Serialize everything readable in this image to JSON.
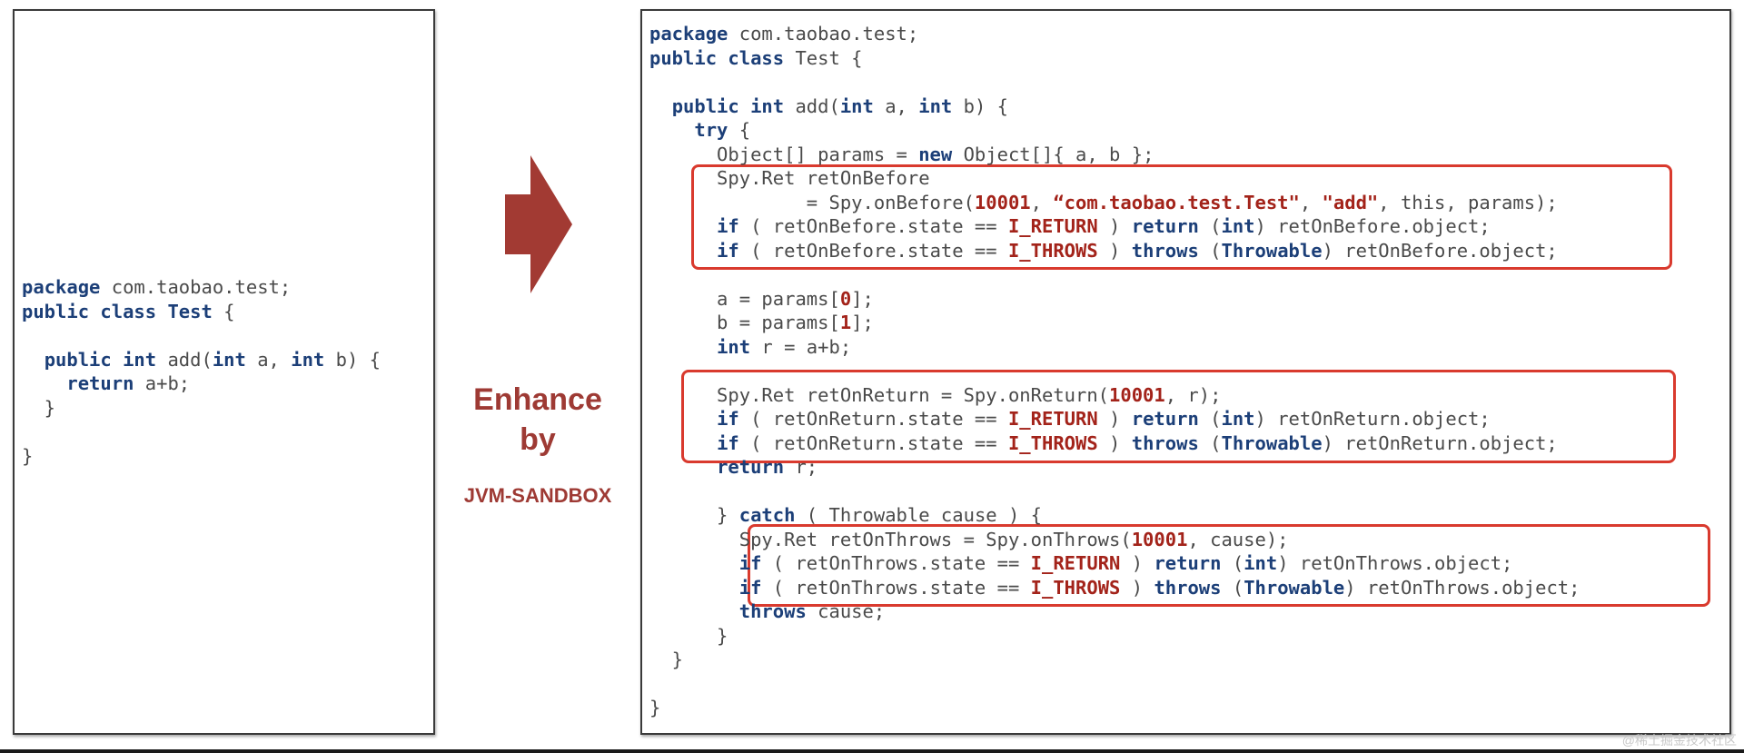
{
  "left_code": [
    [
      {
        "t": "package",
        "c": "kw"
      },
      {
        "t": " com.taobao.test;",
        "c": ""
      }
    ],
    [
      {
        "t": "public class",
        "c": "kw"
      },
      {
        "t": " ",
        "c": ""
      },
      {
        "t": "Test",
        "c": "kw"
      },
      {
        "t": " {",
        "c": ""
      }
    ],
    [],
    [
      {
        "t": "  ",
        "c": ""
      },
      {
        "t": "public int",
        "c": "kw"
      },
      {
        "t": " add(",
        "c": ""
      },
      {
        "t": "int",
        "c": "kw"
      },
      {
        "t": " a, ",
        "c": ""
      },
      {
        "t": "int",
        "c": "kw"
      },
      {
        "t": " b) {",
        "c": ""
      }
    ],
    [
      {
        "t": "    ",
        "c": ""
      },
      {
        "t": "return",
        "c": "kw"
      },
      {
        "t": " a+b;",
        "c": ""
      }
    ],
    [
      {
        "t": "  }",
        "c": ""
      }
    ],
    [],
    [
      {
        "t": "}",
        "c": ""
      }
    ]
  ],
  "right_code": [
    [
      {
        "t": "package",
        "c": "kw"
      },
      {
        "t": " com.taobao.test;",
        "c": ""
      }
    ],
    [
      {
        "t": "public class",
        "c": "kw"
      },
      {
        "t": " Test {",
        "c": ""
      }
    ],
    [],
    [
      {
        "t": "  ",
        "c": ""
      },
      {
        "t": "public int",
        "c": "kw"
      },
      {
        "t": " add(",
        "c": ""
      },
      {
        "t": "int",
        "c": "kw"
      },
      {
        "t": " a, ",
        "c": ""
      },
      {
        "t": "int",
        "c": "kw"
      },
      {
        "t": " b) {",
        "c": ""
      }
    ],
    [
      {
        "t": "    ",
        "c": ""
      },
      {
        "t": "try",
        "c": "kw"
      },
      {
        "t": " {",
        "c": ""
      }
    ],
    [
      {
        "t": "      Object[] params = ",
        "c": ""
      },
      {
        "t": "new",
        "c": "kw"
      },
      {
        "t": " Object[]{ a, b };",
        "c": ""
      }
    ],
    [
      {
        "t": "      Spy.Ret retOnBefore",
        "c": ""
      }
    ],
    [
      {
        "t": "              = Spy.onBefore(",
        "c": ""
      },
      {
        "t": "10001",
        "c": "hl"
      },
      {
        "t": ", ",
        "c": ""
      },
      {
        "t": "“com.taobao.test.Test\"",
        "c": "str"
      },
      {
        "t": ", ",
        "c": ""
      },
      {
        "t": "\"add\"",
        "c": "str"
      },
      {
        "t": ", this, params);",
        "c": ""
      }
    ],
    [
      {
        "t": "      ",
        "c": ""
      },
      {
        "t": "if",
        "c": "kw"
      },
      {
        "t": " ( retOnBefore.state == ",
        "c": ""
      },
      {
        "t": "I_RETURN",
        "c": "hl"
      },
      {
        "t": " ) ",
        "c": ""
      },
      {
        "t": "return",
        "c": "kw"
      },
      {
        "t": " (",
        "c": ""
      },
      {
        "t": "int",
        "c": "kw"
      },
      {
        "t": ") retOnBefore.object;",
        "c": ""
      }
    ],
    [
      {
        "t": "      ",
        "c": ""
      },
      {
        "t": "if",
        "c": "kw"
      },
      {
        "t": " ( retOnBefore.state == ",
        "c": ""
      },
      {
        "t": "I_THROWS",
        "c": "hl"
      },
      {
        "t": " ) ",
        "c": ""
      },
      {
        "t": "throws",
        "c": "kw"
      },
      {
        "t": " (",
        "c": ""
      },
      {
        "t": "Throwable",
        "c": "kw"
      },
      {
        "t": ") retOnBefore.object;",
        "c": ""
      }
    ],
    [],
    [
      {
        "t": "      a = params[",
        "c": ""
      },
      {
        "t": "0",
        "c": "hl"
      },
      {
        "t": "];",
        "c": ""
      }
    ],
    [
      {
        "t": "      b = params[",
        "c": ""
      },
      {
        "t": "1",
        "c": "hl"
      },
      {
        "t": "];",
        "c": ""
      }
    ],
    [
      {
        "t": "      ",
        "c": ""
      },
      {
        "t": "int",
        "c": "kw"
      },
      {
        "t": " r = a+b;",
        "c": ""
      }
    ],
    [],
    [
      {
        "t": "      Spy.Ret retOnReturn = Spy.onReturn(",
        "c": ""
      },
      {
        "t": "10001",
        "c": "hl"
      },
      {
        "t": ", r);",
        "c": ""
      }
    ],
    [
      {
        "t": "      ",
        "c": ""
      },
      {
        "t": "if",
        "c": "kw"
      },
      {
        "t": " ( retOnReturn.state == ",
        "c": ""
      },
      {
        "t": "I_RETURN",
        "c": "hl"
      },
      {
        "t": " ) ",
        "c": ""
      },
      {
        "t": "return",
        "c": "kw"
      },
      {
        "t": " (",
        "c": ""
      },
      {
        "t": "int",
        "c": "kw"
      },
      {
        "t": ") retOnReturn.object;",
        "c": ""
      }
    ],
    [
      {
        "t": "      ",
        "c": ""
      },
      {
        "t": "if",
        "c": "kw"
      },
      {
        "t": " ( retOnReturn.state == ",
        "c": ""
      },
      {
        "t": "I_THROWS",
        "c": "hl"
      },
      {
        "t": " ) ",
        "c": ""
      },
      {
        "t": "throws",
        "c": "kw"
      },
      {
        "t": " (",
        "c": ""
      },
      {
        "t": "Throwable",
        "c": "kw"
      },
      {
        "t": ") retOnReturn.object;",
        "c": ""
      }
    ],
    [
      {
        "t": "      ",
        "c": ""
      },
      {
        "t": "return",
        "c": "kw"
      },
      {
        "t": " r;",
        "c": ""
      }
    ],
    [],
    [
      {
        "t": "      } ",
        "c": ""
      },
      {
        "t": "catch",
        "c": "kw"
      },
      {
        "t": " ( Throwable cause ) {",
        "c": ""
      }
    ],
    [
      {
        "t": "        Spy.Ret retOnThrows = Spy.onThrows(",
        "c": ""
      },
      {
        "t": "10001",
        "c": "hl"
      },
      {
        "t": ", cause);",
        "c": ""
      }
    ],
    [
      {
        "t": "        ",
        "c": ""
      },
      {
        "t": "if",
        "c": "kw"
      },
      {
        "t": " ( retOnThrows.state == ",
        "c": ""
      },
      {
        "t": "I_RETURN",
        "c": "hl"
      },
      {
        "t": " ) ",
        "c": ""
      },
      {
        "t": "return",
        "c": "kw"
      },
      {
        "t": " (",
        "c": ""
      },
      {
        "t": "int",
        "c": "kw"
      },
      {
        "t": ") retOnThrows.object;",
        "c": ""
      }
    ],
    [
      {
        "t": "        ",
        "c": ""
      },
      {
        "t": "if",
        "c": "kw"
      },
      {
        "t": " ( retOnThrows.state == ",
        "c": ""
      },
      {
        "t": "I_THROWS",
        "c": "hl"
      },
      {
        "t": " ) ",
        "c": ""
      },
      {
        "t": "throws",
        "c": "kw"
      },
      {
        "t": " (",
        "c": ""
      },
      {
        "t": "Throwable",
        "c": "kw"
      },
      {
        "t": ") retOnThrows.object;",
        "c": ""
      }
    ],
    [
      {
        "t": "        ",
        "c": ""
      },
      {
        "t": "throws",
        "c": "kw"
      },
      {
        "t": " cause;",
        "c": ""
      }
    ],
    [
      {
        "t": "      }",
        "c": ""
      }
    ],
    [
      {
        "t": "  }",
        "c": ""
      }
    ],
    [],
    [
      {
        "t": "}",
        "c": ""
      }
    ]
  ],
  "arrow_caption": {
    "line1": "Enhance",
    "line2": "by",
    "tool": "JVM-SANDBOX"
  },
  "watermark": "@稀土掘金技术社区",
  "colors": {
    "keyword": "#1c3f78",
    "highlight": "#a3231a",
    "box_border": "#d93a2e",
    "arrow": "#a23a33"
  }
}
